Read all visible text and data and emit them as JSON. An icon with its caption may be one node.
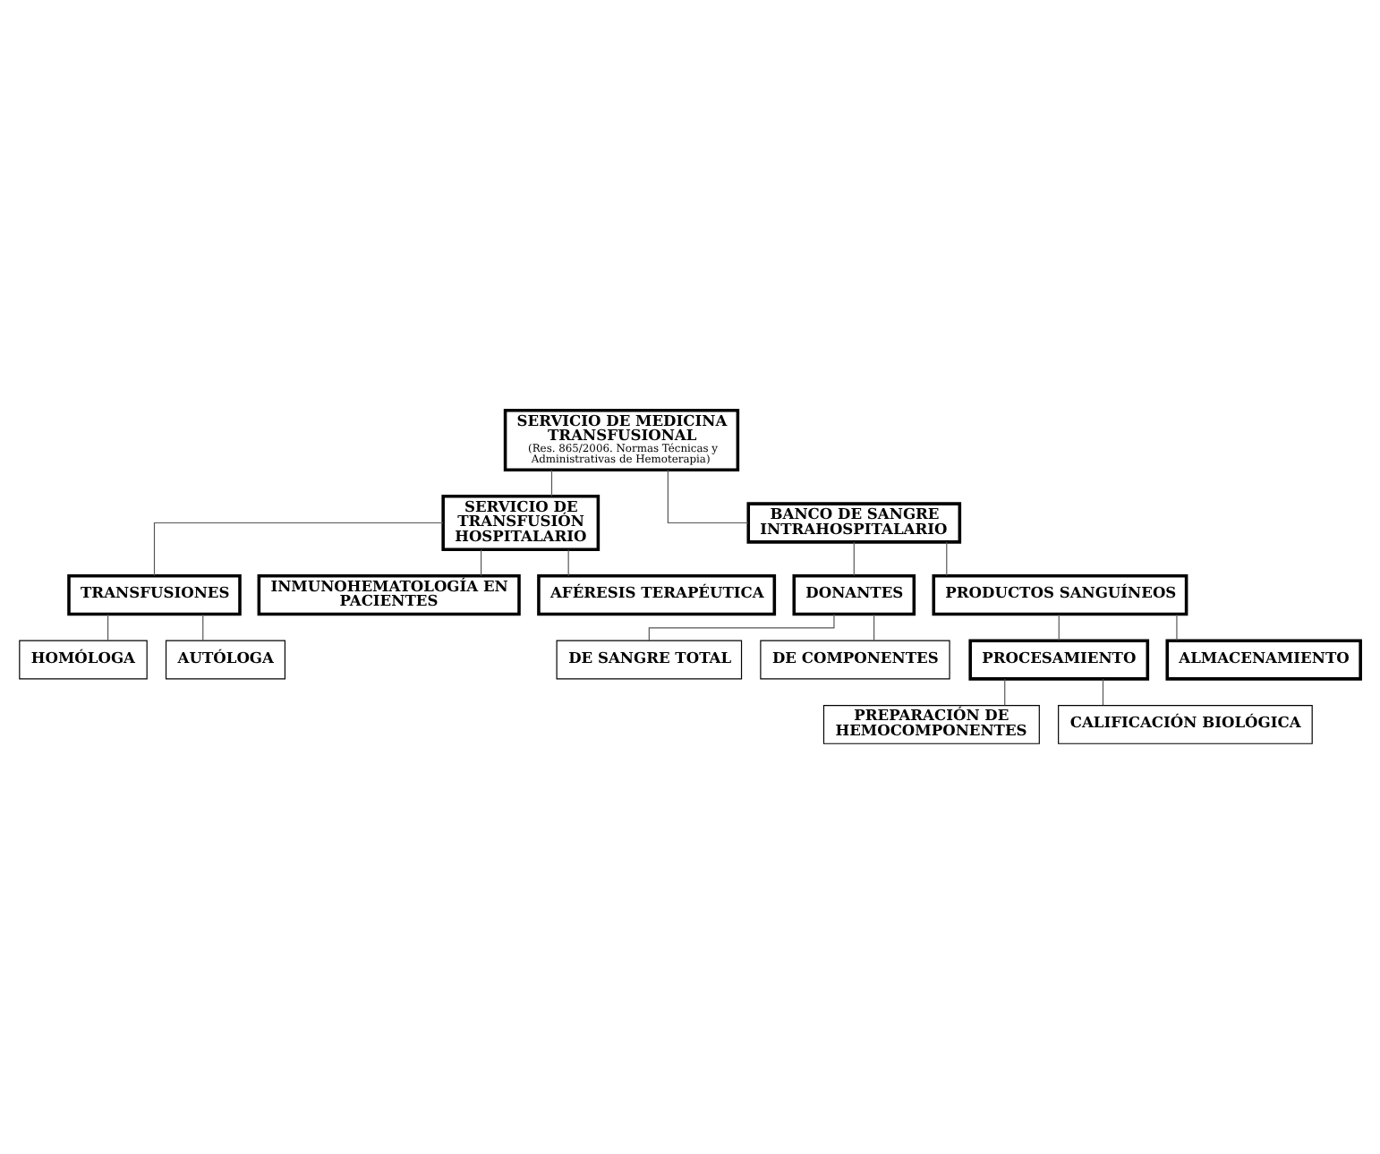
{
  "diagram": {
    "nodes": [
      {
        "text": [
          "SERVICIO DE MEDICINA TRANSFUSIONAL",
          "(Res. 865/2006. Normas Técnicas y Administrativas de Hemoterapia)"
        ]
      },
      {
        "text": [
          "SERVICIO DE TRANSFUSIÓN HOSPITALARIO"
        ]
      },
      {
        "text": [
          "TRANSFUSIONES"
        ]
      },
      {
        "text": [
          "HOMÓLOGA"
        ]
      },
      {
        "text": [
          "AUTÓLOGA"
        ]
      },
      {
        "text": [
          "INMUNOHEMATOLOGÍA EN PACIENTES"
        ]
      },
      {
        "text": [
          "AFÉRESIS TERAPÉUTICA"
        ]
      },
      {
        "text": [
          "BANCO DE SANGRE INTRAHOSPITALARIO"
        ]
      },
      {
        "text": [
          "DONANTES"
        ]
      },
      {
        "text": [
          "DE SANGRE TOTAL"
        ]
      },
      {
        "text": [
          "DE COMPONENTES"
        ]
      },
      {
        "text": [
          "PRODUCTOS SANGUÍNEOS"
        ]
      },
      {
        "text": [
          "PROCESAMIENTO"
        ]
      },
      {
        "text": [
          "PREPARACIÓN DE HEMOCOMPONENTES"
        ]
      },
      {
        "text": [
          "CALIFICACIÓN BIOLÓGICA"
        ]
      },
      {
        "text": [
          "ALMACENAMIENTO"
        ]
      }
    ],
    "edges": [
      {
        "from": 0,
        "to": 1,
        "arrow": "none"
      },
      {
        "from": 0,
        "to": 7,
        "arrow": "none"
      },
      {
        "from": 1,
        "to": 2,
        "arrow": "none"
      },
      {
        "from": 2,
        "to": 3,
        "arrow": "none"
      },
      {
        "from": 2,
        "to": 4,
        "arrow": "none"
      },
      {
        "from": 1,
        "to": 5,
        "arrow": "none"
      },
      {
        "from": 1,
        "to": 6,
        "arrow": "none"
      },
      {
        "from": 7,
        "to": 8,
        "arrow": "none"
      },
      {
        "from": 8,
        "to": 9,
        "arrow": "none"
      },
      {
        "from": 8,
        "to": 10,
        "arrow": "none"
      },
      {
        "from": 7,
        "to": 11,
        "arrow": "none"
      },
      {
        "from": 11,
        "to": 12,
        "arrow": "none"
      },
      {
        "from": 12,
        "to": 13,
        "arrow": "none"
      },
      {
        "from": 12,
        "to": 14,
        "arrow": "none"
      },
      {
        "from": 11,
        "to": 15,
        "arrow": "none"
      }
    ]
  }
}
